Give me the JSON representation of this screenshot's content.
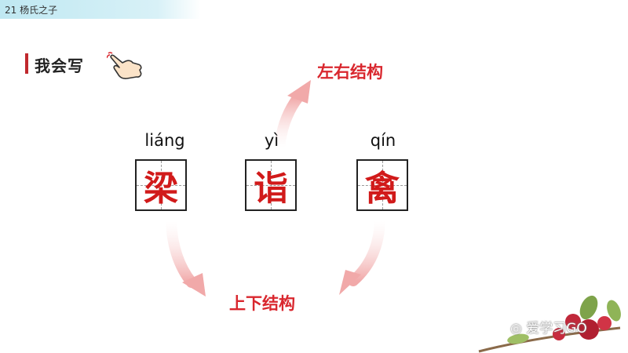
{
  "header": {
    "title": "21  杨氏之子"
  },
  "section": {
    "title": "我会写"
  },
  "labels": {
    "left_right": "左右结构",
    "top_bottom": "上下结构"
  },
  "characters": [
    {
      "pinyin": "liáng",
      "char": "梁"
    },
    {
      "pinyin": "yì",
      "char": "诣"
    },
    {
      "pinyin": "qín",
      "char": "禽"
    }
  ],
  "watermark": {
    "text": "爱学习GO"
  },
  "colors": {
    "accent": "#d9272e",
    "character": "#d11a1a",
    "header": "#bfe8f2",
    "arrow": "#f1b4b4"
  },
  "icons": [
    "pointing-hand-icon",
    "wechat-icon"
  ]
}
